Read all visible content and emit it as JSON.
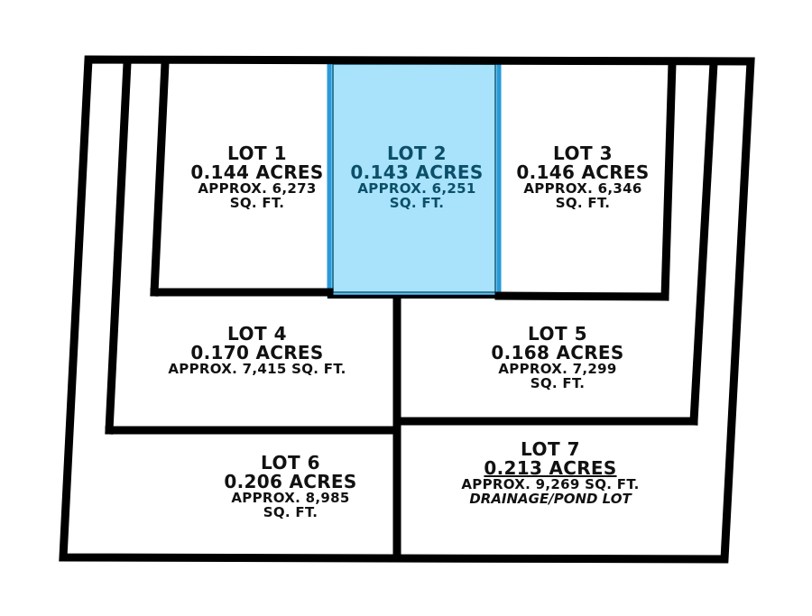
{
  "plat": {
    "selected_lot": "LOT 2",
    "selected_fill": "#a8e2fb",
    "selected_stroke": "#2a9ad8",
    "line_color": "#000000"
  },
  "lots": [
    {
      "name": "LOT 1",
      "acres": "0.144 ACRES",
      "sqft_line1": "APPROX. 6,273",
      "sqft_line2": "SQ. FT."
    },
    {
      "name": "LOT 2",
      "acres": "0.143 ACRES",
      "sqft_line1": "APPROX. 6,251",
      "sqft_line2": "SQ. FT."
    },
    {
      "name": "LOT 3",
      "acres": "0.146 ACRES",
      "sqft_line1": "APPROX. 6,346",
      "sqft_line2": "SQ. FT."
    },
    {
      "name": "LOT 4",
      "acres": "0.170 ACRES",
      "sqft_line1": "APPROX. 7,415 SQ. FT."
    },
    {
      "name": "LOT 5",
      "acres": "0.168 ACRES",
      "sqft_line1": "APPROX. 7,299",
      "sqft_line2": "SQ. FT."
    },
    {
      "name": "LOT 6",
      "acres": "0.206 ACRES",
      "sqft_line1": "APPROX. 8,985",
      "sqft_line2": "SQ. FT."
    },
    {
      "name": "LOT 7",
      "acres": "0.213 ACRES",
      "sqft_line1": "APPROX. 9,269 SQ. FT.",
      "note": "DRAINAGE/POND LOT"
    }
  ]
}
